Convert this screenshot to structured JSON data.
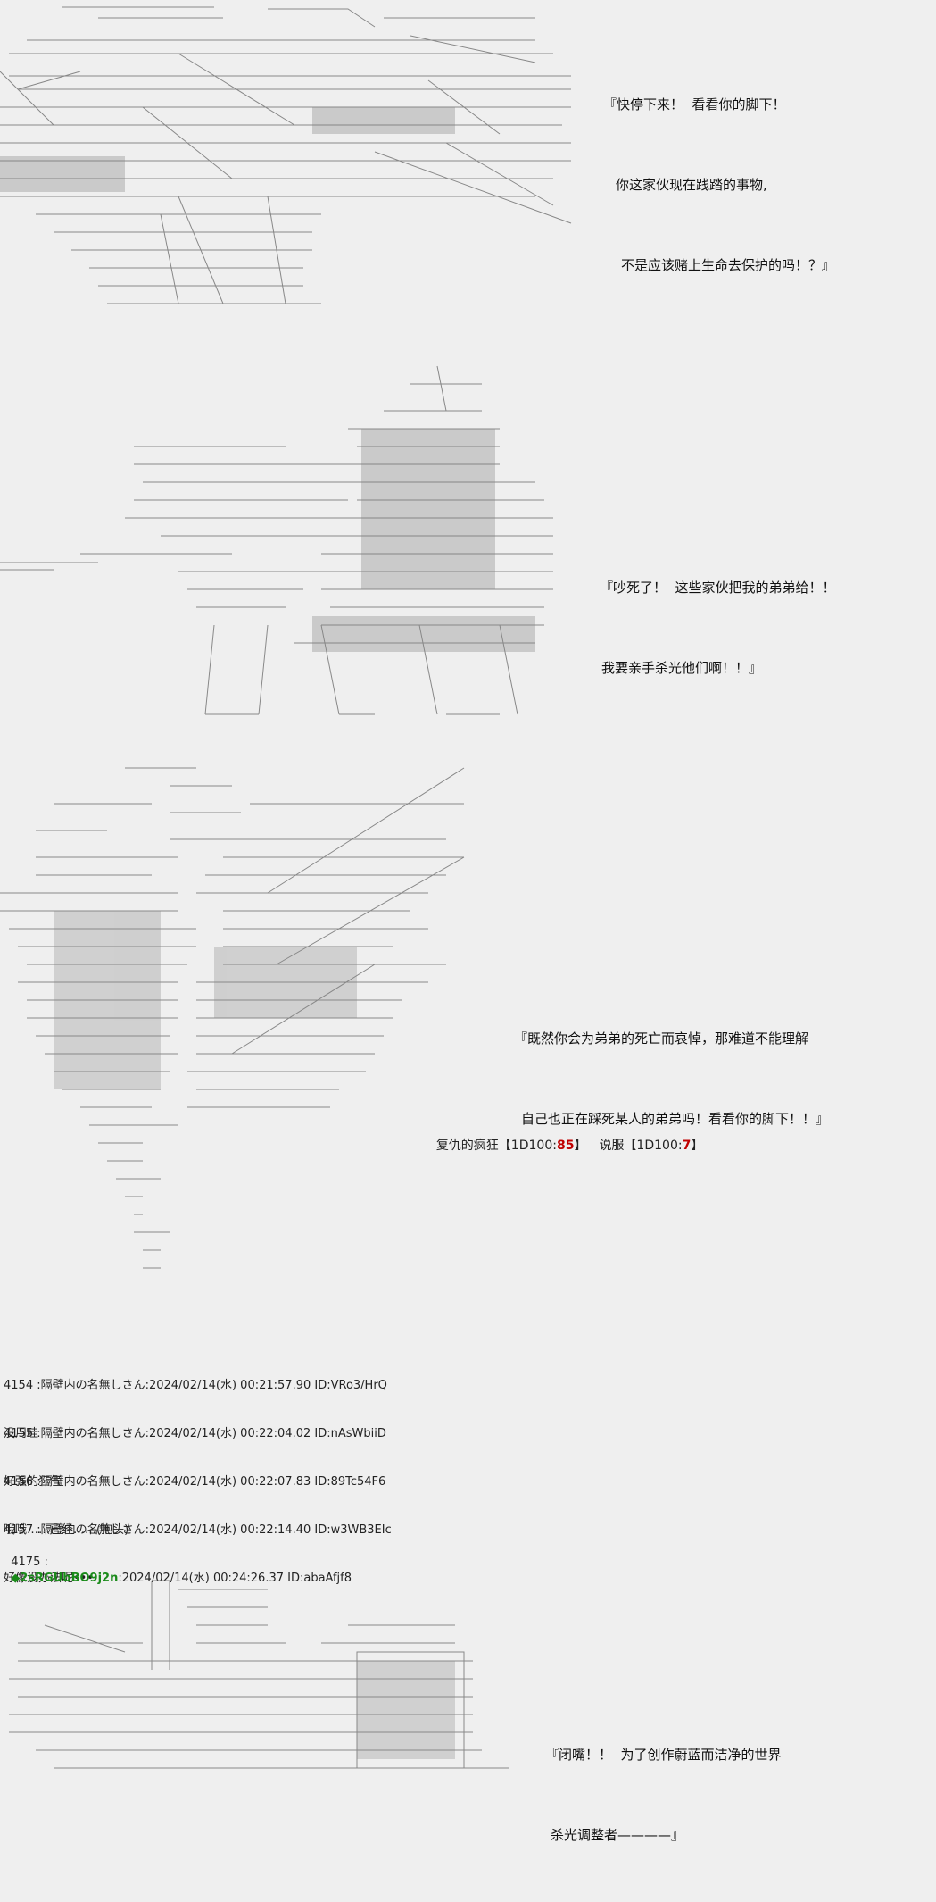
{
  "panel1": {
    "dialog": [
      "『快停下来！  看看你的脚下！",
      "你这家伙现在践踏的事物,",
      "不是应该赌上生命去保护的吗！？』"
    ]
  },
  "panel2": {
    "dialog": [
      "『吵死了！  这些家伙把我的弟弟给！！",
      "我要亲手杀光他们啊！！』"
    ]
  },
  "panel3": {
    "dialog": [
      "『既然你会为弟弟的死亡而哀悼，那难道不能理解",
      "自己也正在踩死某人的弟弟吗！看看你的脚下！！』"
    ],
    "roll": {
      "label1": "复仇的疯狂【1D100:",
      "value1": "85",
      "close1": "】",
      "label2": "说服【1D100:",
      "value2": "7",
      "close2": "】"
    }
  },
  "posts": [
    {
      "meta": "4154 :隔壁内の名無しさん:2024/02/14(水) 00:21:57.90 ID:VRo3/HrQ",
      "body": "没用哇"
    },
    {
      "meta": "4155 :隔壁内の名無しさん:2024/02/14(水) 00:22:04.02 ID:nAsWbiiD",
      "body": "好强的狂气"
    },
    {
      "meta": "4156 :隔壁内の名無しさん:2024/02/14(水) 00:22:07.83 ID:89Tc54F6",
      "body": "哦哦……已经……(抱头)"
    },
    {
      "meta": "4157 :隔壁内の名無しさん:2024/02/14(水) 00:22:14.40 ID:w3WB3EIc",
      "body": "好像没办法呢•••"
    }
  ],
  "op_post": {
    "number": "4175 :",
    "trip": "◆2sRGUbBO9j2n",
    "meta_rest": ":2024/02/14(水) 00:24:26.37 ID:abaAfjf8"
  },
  "panel4": {
    "dialog": [
      "『闭嘴！！  为了创作蔚蓝而洁净的世界",
      "杀光调整者————』"
    ]
  }
}
